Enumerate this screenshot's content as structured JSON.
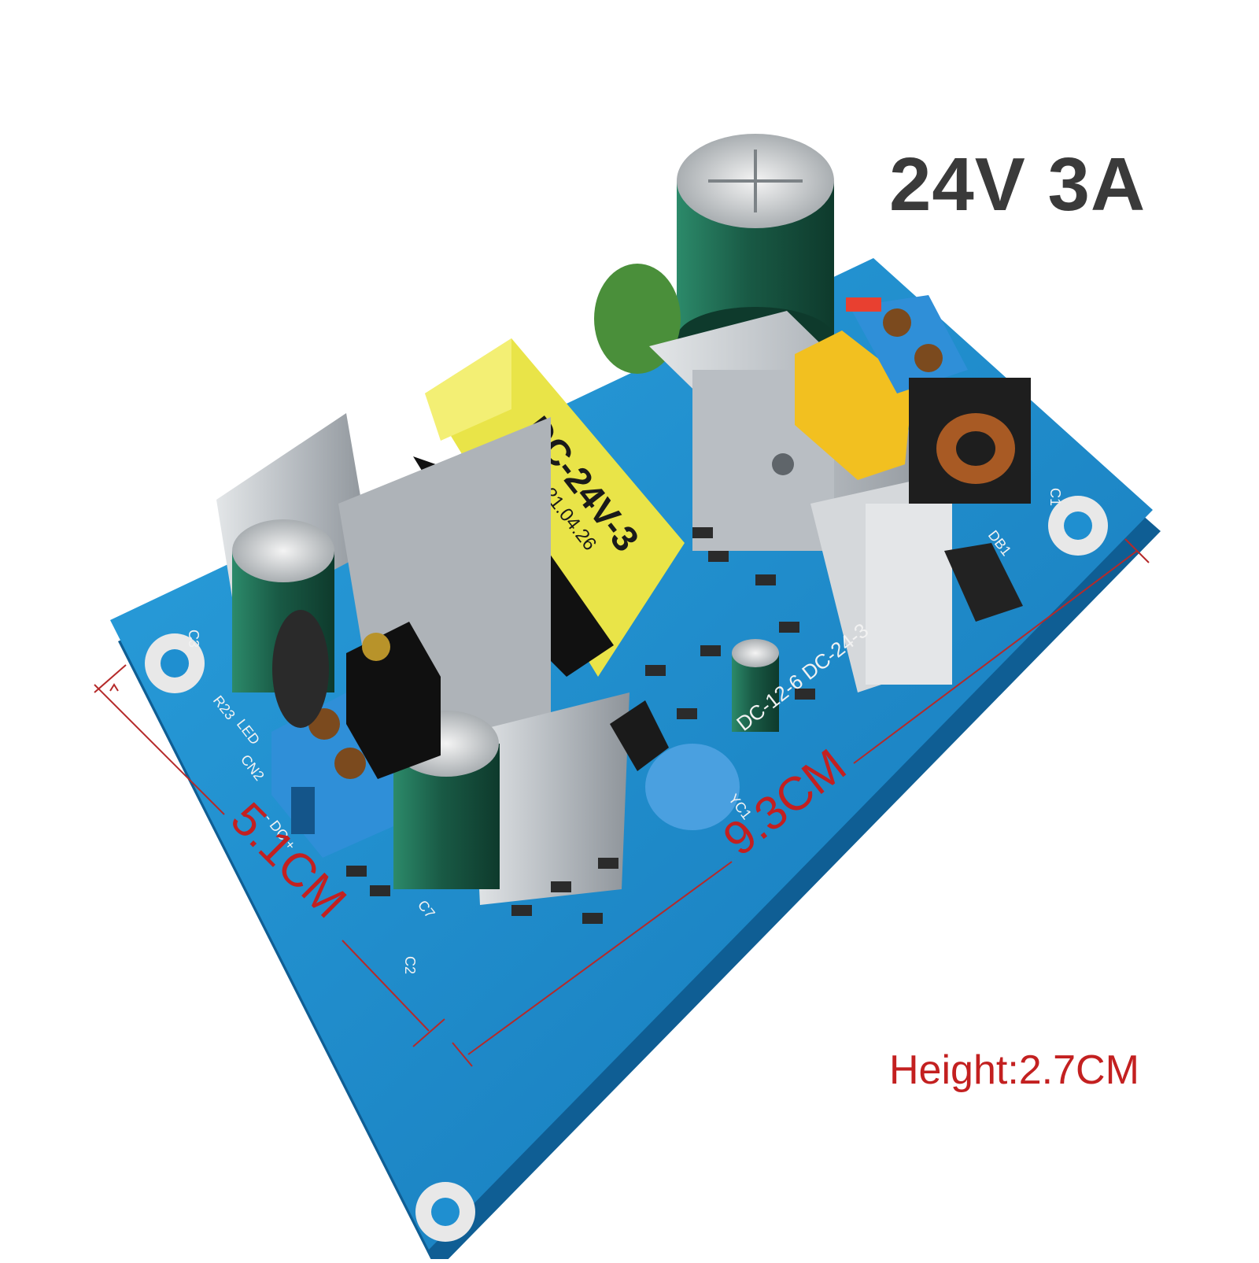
{
  "spec_label": "24V 3A",
  "height_label": "Height:2.7CM",
  "width_label": "9.3CM",
  "depth_label": "5.1CM",
  "transformer_label": "DC-24V-3",
  "transformer_date": "AN 2021.04.26",
  "board_model": "DC-12-6 DC-24-3",
  "silkscreen": {
    "cn2": "CN2",
    "led": "LED",
    "r23": "R23",
    "c3": "C3",
    "c1": "C1",
    "c2": "C2",
    "c7": "C7",
    "db1": "DB1",
    "yc1": "YC1",
    "dc_polarity": "- DC +"
  },
  "colors": {
    "pcb": "#1f8fd0",
    "pcb_dark": "#116aa3",
    "transformer": "#e9e448",
    "heatsink": "#c7cbcf",
    "capacitor": "#1f6e55",
    "terminal": "#2f8fd8",
    "dimension_line": "#b52a2a",
    "title": "#3a3a3a"
  }
}
